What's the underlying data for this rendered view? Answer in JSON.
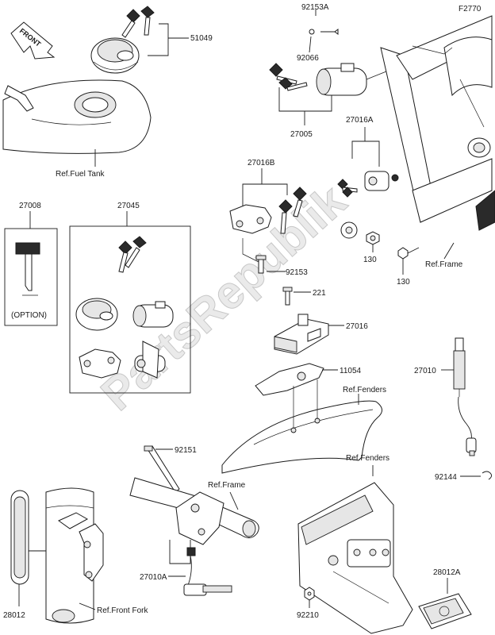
{
  "diagram_code": "F2770",
  "front_label": "FRONT",
  "watermark": "PartsRepublik",
  "option_label": "(OPTION)",
  "labels": {
    "p51049": "51049",
    "fuel_tank": "Ref.Fuel Tank",
    "p27008": "27008",
    "p27045": "27045",
    "p92153A": "92153A",
    "p92066": "92066",
    "p27005": "27005",
    "p27016A": "27016A",
    "p27016B": "27016B",
    "p92153": "92153",
    "p221": "221",
    "p27016": "27016",
    "p11054": "11054",
    "p130a": "130",
    "p130b": "130",
    "ref_frame_right": "Ref.Frame",
    "ref_fenders_upper": "Ref.Fenders",
    "p27010": "27010",
    "p92144": "92144",
    "p92151": "92151",
    "ref_frame_lower": "Ref.Frame",
    "ref_fenders_lower": "Ref.Fenders",
    "p28012A": "28012A",
    "p27010A": "27010A",
    "p92210": "92210",
    "p28012": "28012",
    "ref_front_fork": "Ref.Front Fork"
  }
}
